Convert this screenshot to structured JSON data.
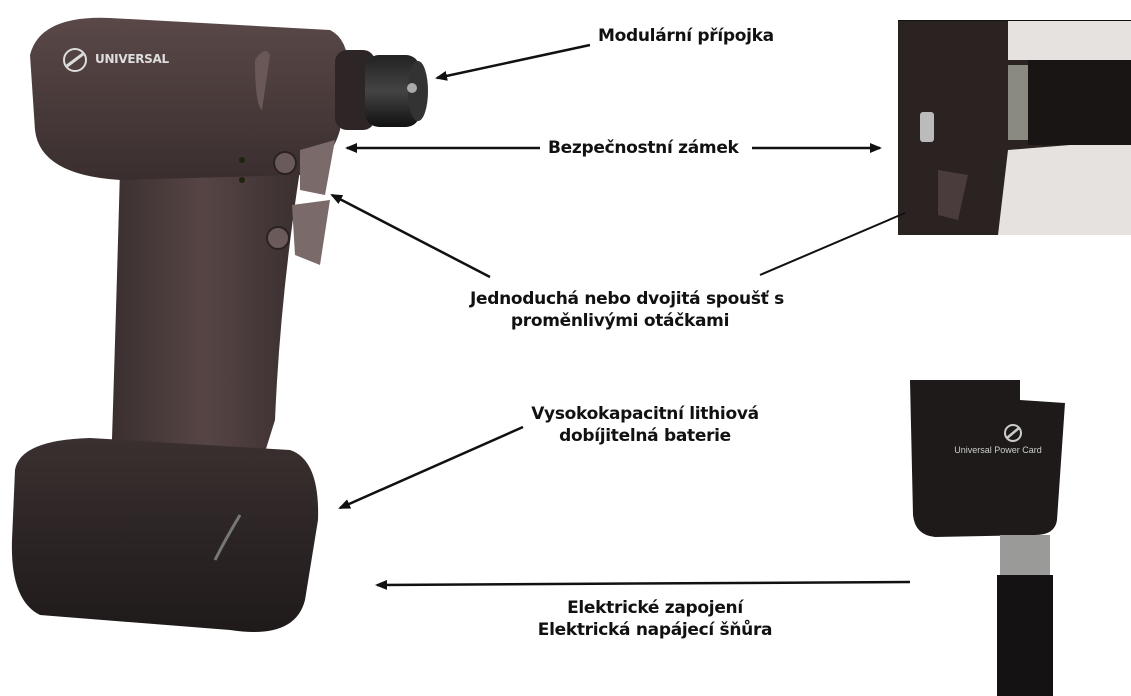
{
  "labels": {
    "modular_connector": "Modulární přípojka",
    "safety_lock": "Bezpečnostní zámek",
    "trigger_line1": "Jednoduchá nebo dvojitá spoušť s",
    "trigger_line2": "proměnlivými otáčkami",
    "battery_line1": "Vysokokapacitní lithiová",
    "battery_line2": "dobíjitelná baterie",
    "electric_line1": "Elektrické zapojení",
    "electric_line2": "Elektrická napájecí šňůra"
  },
  "device_branding": {
    "brand": "UNIVERSAL",
    "power_card_text": "Universal Power Card"
  },
  "colors": {
    "drill_body": "#4a3a3a",
    "drill_dark": "#2a2323",
    "battery": "#2b2424",
    "text": "#111111",
    "arrow": "#111111"
  }
}
